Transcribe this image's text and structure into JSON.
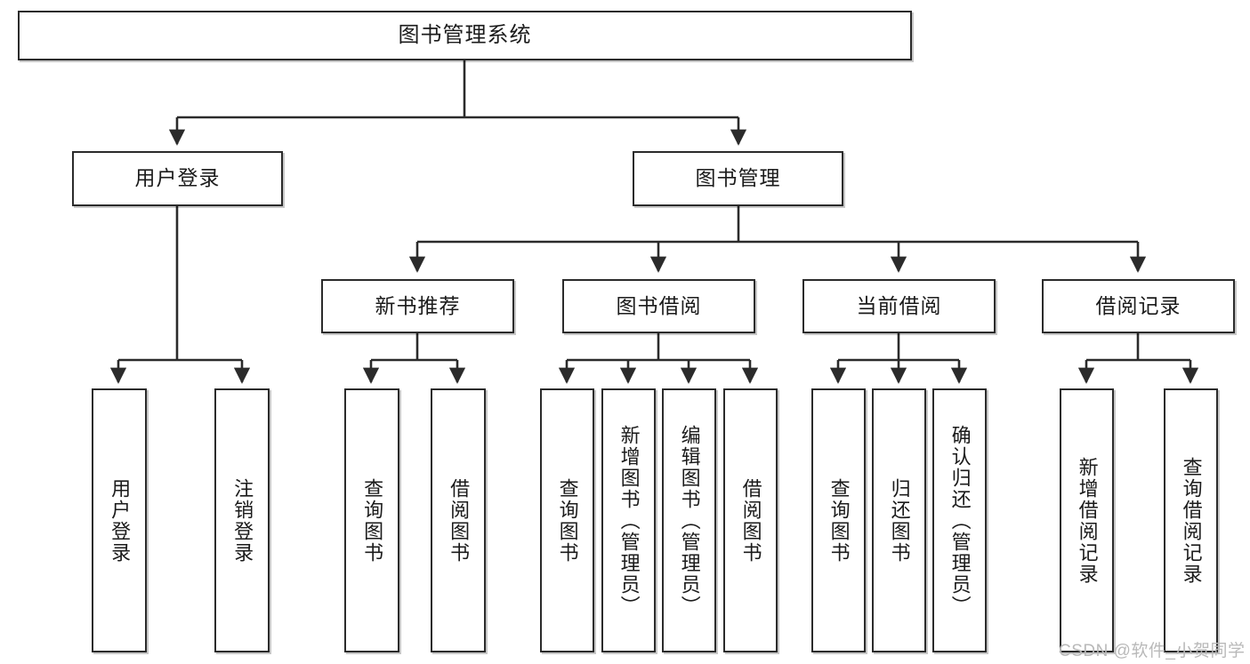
{
  "diagram": {
    "type": "tree-hierarchy-chart",
    "title": "图书管理系统",
    "orientation": "top-down",
    "colors": {
      "box_border": "#2b2b2b",
      "box_fill": "#ffffff",
      "connector": "#2b2b2b",
      "text": "#1b1b1b",
      "watermark": "#b9b9b9",
      "background": "#ffffff"
    }
  },
  "nodes": {
    "root": {
      "label": "图书管理系统",
      "level": 1
    },
    "level2": [
      {
        "id": "user-login",
        "label": "用户登录"
      },
      {
        "id": "book-management",
        "label": "图书管理"
      }
    ],
    "level3": [
      {
        "id": "new-book-recommend",
        "label": "新书推荐",
        "parent": "book-management"
      },
      {
        "id": "book-borrow",
        "label": "图书借阅",
        "parent": "book-management"
      },
      {
        "id": "current-borrow",
        "label": "当前借阅",
        "parent": "book-management"
      },
      {
        "id": "borrow-record",
        "label": "借阅记录",
        "parent": "book-management"
      }
    ],
    "leaves": {
      "user-login": [
        {
          "id": "leaf-user-login",
          "label": "用户登录"
        },
        {
          "id": "leaf-logout-login",
          "label": "注销登录"
        }
      ],
      "new-book-recommend": [
        {
          "id": "leaf-query-book-1",
          "label": "查询图书"
        },
        {
          "id": "leaf-borrow-book-1",
          "label": "借阅图书"
        }
      ],
      "book-borrow": [
        {
          "id": "leaf-query-book-2",
          "label": "查询图书"
        },
        {
          "id": "leaf-add-book",
          "label": "新增图书（管理员）"
        },
        {
          "id": "leaf-edit-book",
          "label": "编辑图书（管理员）"
        },
        {
          "id": "leaf-borrow-book-2",
          "label": "借阅图书"
        }
      ],
      "current-borrow": [
        {
          "id": "leaf-query-book-3",
          "label": "查询图书"
        },
        {
          "id": "leaf-return-book",
          "label": "归还图书"
        },
        {
          "id": "leaf-confirm-return",
          "label": "确认归还（管理员）"
        }
      ],
      "borrow-record": [
        {
          "id": "leaf-add-record",
          "label": "新增借阅记录"
        },
        {
          "id": "leaf-query-record",
          "label": "查询借阅记录"
        }
      ]
    }
  },
  "watermark": {
    "text": "CSDN @软件_小贺同学"
  }
}
